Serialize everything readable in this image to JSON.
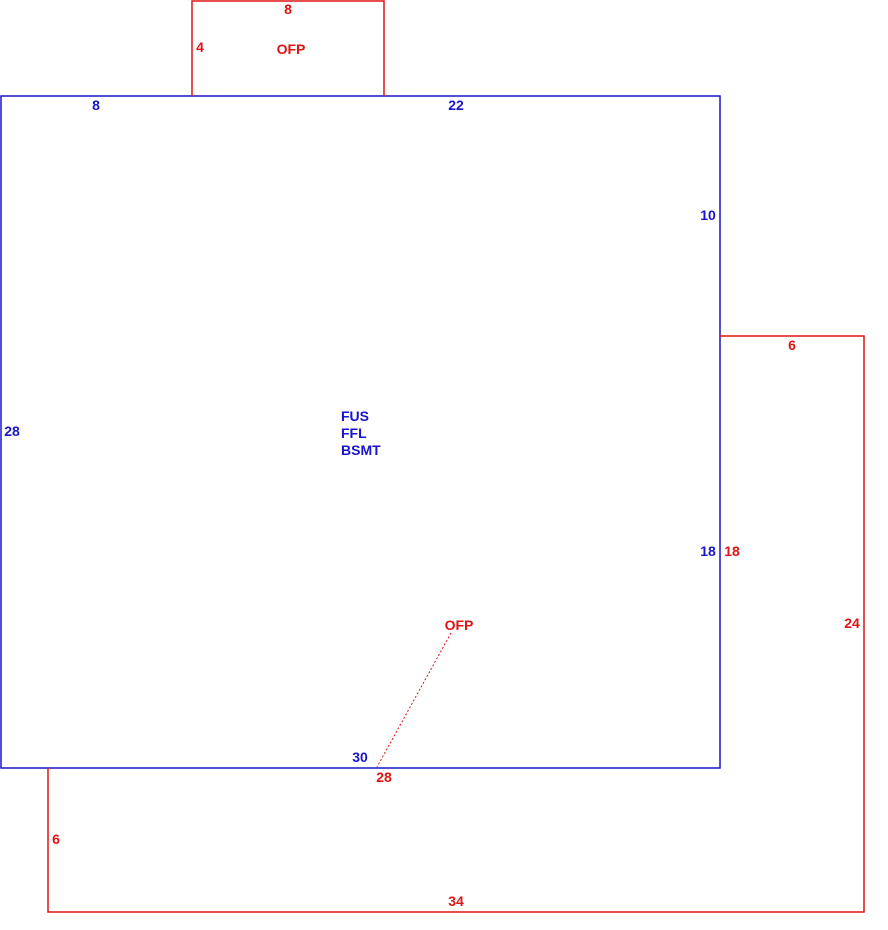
{
  "colors": {
    "main_structure": "#1a14c8",
    "porch": "#e01414",
    "background": "#ffffff"
  },
  "main_structure": {
    "area_labels": [
      "FUS",
      "FFL",
      "BSMT"
    ],
    "dimensions": {
      "top_left": "8",
      "top_right": "22",
      "right_upper": "10",
      "right_lower": "18",
      "left": "28",
      "bottom": "30"
    }
  },
  "front_porch": {
    "label": "OFP",
    "dimensions": {
      "width": "8",
      "depth": "4"
    }
  },
  "rear_porch": {
    "label": "OFP",
    "dimensions": {
      "inner_bottom": "28",
      "left_drop": "6",
      "bottom": "34",
      "right_top": "6",
      "right_side": "24",
      "inner_right": "18"
    }
  }
}
